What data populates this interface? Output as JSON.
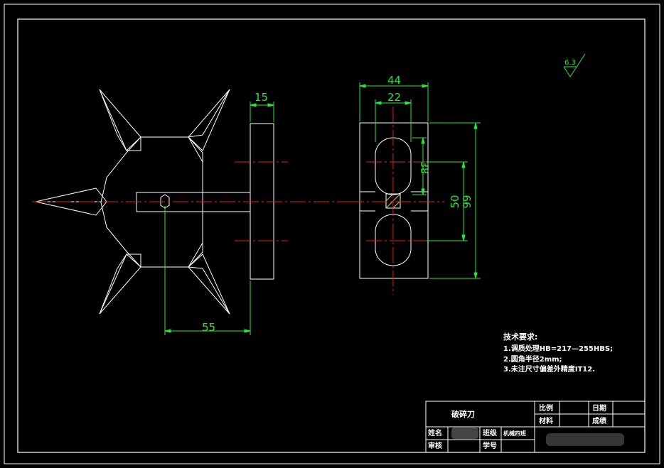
{
  "dimensions": {
    "side_thickness": "15",
    "offset": "55",
    "outer_width": "44",
    "slot_width": "22",
    "slot_length": "38",
    "inner_height": "50",
    "outer_height": "99"
  },
  "roughness": "6.3",
  "tech_requirements": {
    "title": "技术要求:",
    "items": [
      "1.调质处理HB=217—255HBS;",
      "2.圆角半径2mm;",
      "3.未注尺寸偏差外精度IT12."
    ]
  },
  "title_block": {
    "part_name": "破碎刀",
    "scale_label": "比例",
    "date_label": "日期",
    "material_label": "材料",
    "score_label": "成绩",
    "name_label": "姓名",
    "class_label": "班级",
    "class_value": "机械四班",
    "review_label": "审核",
    "student_no_label": "学号"
  },
  "colors": {
    "outline": "#ffffff",
    "dimension": "#27e83a",
    "centerline": "#e02020",
    "hatch": "#e0d020"
  }
}
